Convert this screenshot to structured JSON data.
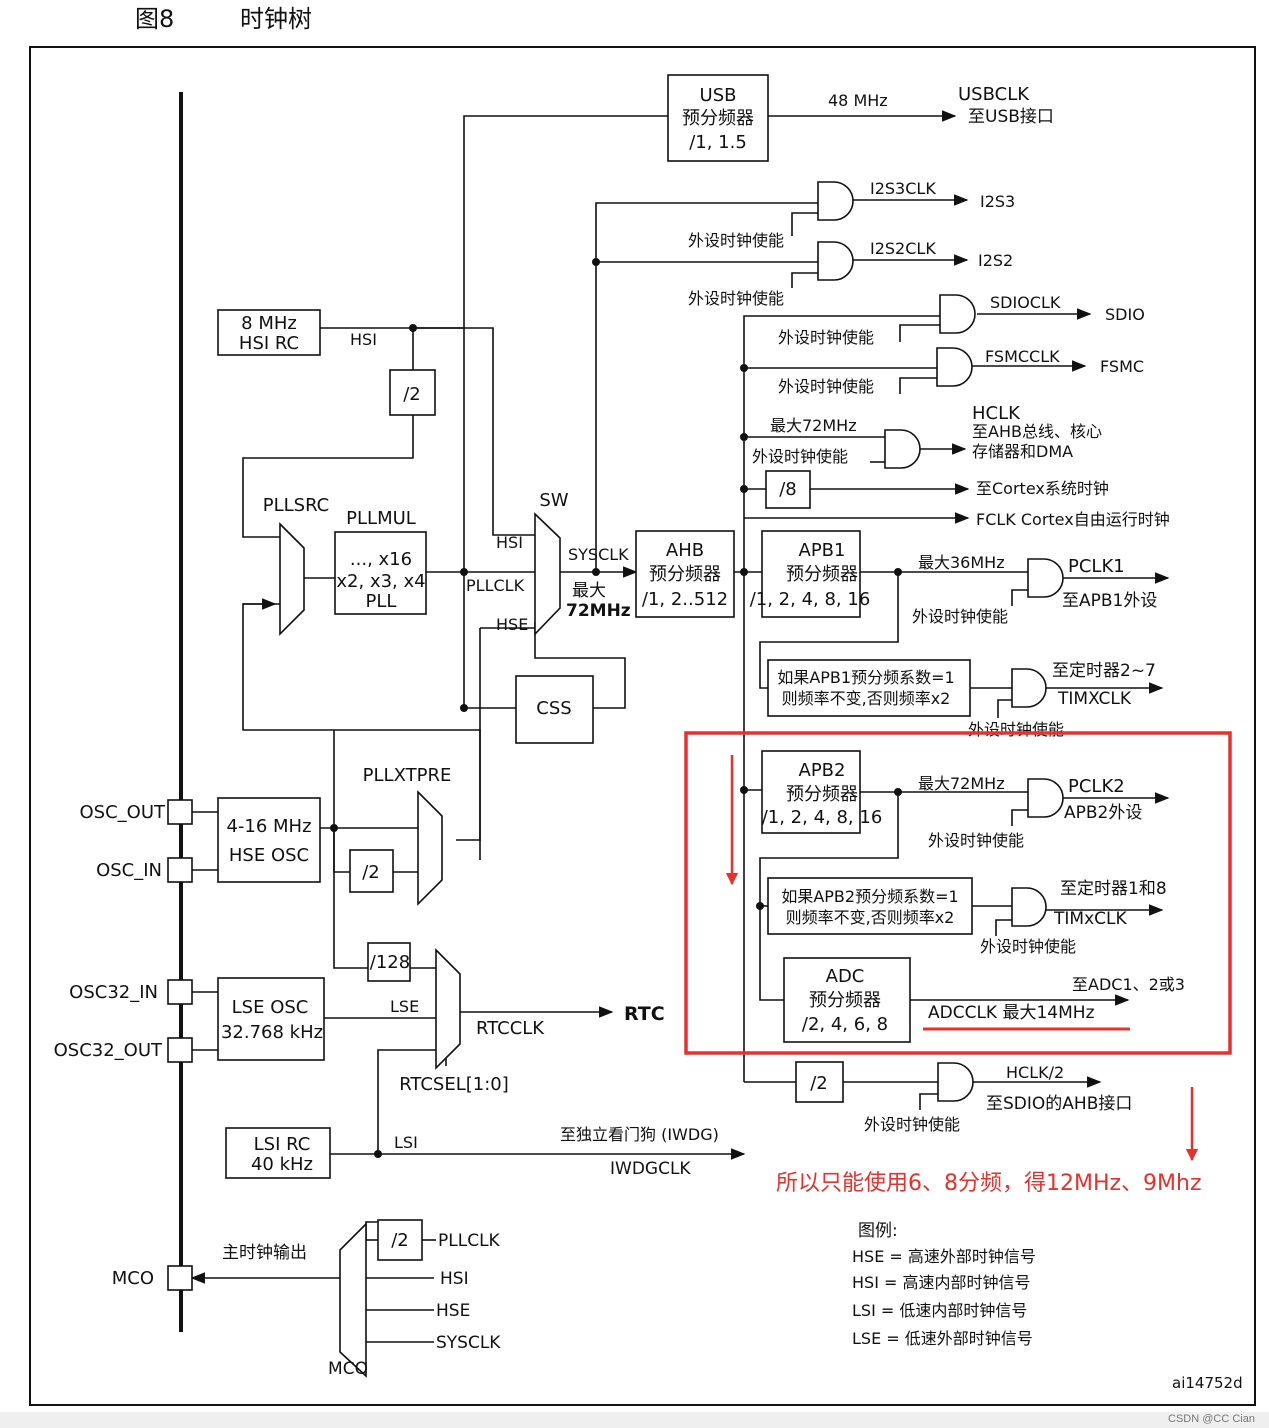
{
  "figure": {
    "number": "图8",
    "title": "时钟树",
    "id_code": "ai14752d"
  },
  "pins": {
    "osc_out": "OSC_OUT",
    "osc_in": "OSC_IN",
    "osc32_in": "OSC32_IN",
    "osc32_out": "OSC32_OUT",
    "mco": "MCO"
  },
  "blocks": {
    "hsi_rc": [
      "8 MHz",
      "HSI RC"
    ],
    "div2": "/2",
    "pllsrc": "PLLSRC",
    "pllmul_title": "PLLMUL",
    "pll": [
      "..., x16",
      "x2, x3, x4",
      "PLL"
    ],
    "sw": "SW",
    "usb": [
      "USB",
      "预分频器",
      "/1, 1.5"
    ],
    "ahb": [
      "AHB",
      "预分频器",
      "/1, 2..512"
    ],
    "apb1": [
      "APB1",
      "预分频器",
      "/1, 2, 4, 8, 16"
    ],
    "apb2": [
      "APB2",
      "预分频器",
      "/1, 2, 4, 8, 16"
    ],
    "adc": [
      "ADC",
      "预分频器",
      "/2, 4, 6, 8"
    ],
    "css": "CSS",
    "pllxtpre": "PLLXTPRE",
    "hse_osc": [
      "4-16 MHz",
      "HSE OSC"
    ],
    "lse_osc": [
      "LSE OSC",
      "32.768 kHz"
    ],
    "lsi_rc": [
      "LSI RC",
      "40 kHz"
    ],
    "div128": "/128",
    "div8": "/8",
    "tim1_note": [
      "如果APB1预分频系数=1",
      "则频率不变,否则频率x2"
    ],
    "tim2_note": [
      "如果APB2预分频系数=1",
      "则频率不变,否则频率x2"
    ],
    "rtcsel": "RTCSEL[1:0]"
  },
  "signals": {
    "hsi": "HSI",
    "hse": "HSE",
    "pllclk": "PLLCLK",
    "sysclk": "SYSCLK",
    "lse": "LSE",
    "lsi": "LSI",
    "rtcclk": "RTCCLK",
    "rtc": "RTC",
    "mhz48": "48 MHz",
    "max72": [
      "最大",
      "72MHz"
    ],
    "usbclk": [
      "USBCLK",
      "至USB接口"
    ],
    "i2s3clk": "I2S3CLK",
    "i2s3": "I2S3",
    "i2s2clk": "I2S2CLK",
    "i2s2": "I2S2",
    "sdioclk": "SDIOCLK",
    "sdio": "SDIO",
    "fsmcclk": "FSMCCLK",
    "fsmc": "FSMC",
    "max72hclk": "最大72MHz",
    "hclk": [
      "HCLK",
      "至AHB总线、核心",
      "存储器和DMA"
    ],
    "cortex": "至Cortex系统时钟",
    "fclk": "FCLK Cortex自由运行时钟",
    "max36": "最大36MHz",
    "pclk1": [
      "PCLK1",
      "至APB1外设"
    ],
    "timxclk1": [
      "至定时器2~7",
      "TIMXCLK"
    ],
    "max72b": "最大72MHz",
    "pclk2": [
      "PCLK2",
      "APB2外设"
    ],
    "timxclk2": [
      "至定时器1和8",
      "TIMxCLK"
    ],
    "adcclk": [
      "至ADC1、2或3",
      "ADCCLK  最大14MHz"
    ],
    "hclk2": [
      "HCLK/2",
      "至SDIO的AHB接口"
    ],
    "iwdg": [
      "至独立看门狗  (IWDG)",
      "IWDGCLK"
    ],
    "mco_title": "主时钟输出",
    "mco_inputs": [
      "PLLCLK",
      "HSI",
      "HSE",
      "SYSCLK"
    ],
    "enable": "外设时钟使能"
  },
  "legend": {
    "title": "图例:",
    "items": [
      "HSE = 高速外部时钟信号",
      "HSI = 高速内部时钟信号",
      "LSI = 低速内部时钟信号",
      "LSE = 低速外部时钟信号"
    ]
  },
  "annotation": {
    "text": "所以只能使用6、8分频，得12MHz、9Mhz",
    "color": "#e8302c"
  },
  "watermark": "CSDN @CC Cian"
}
